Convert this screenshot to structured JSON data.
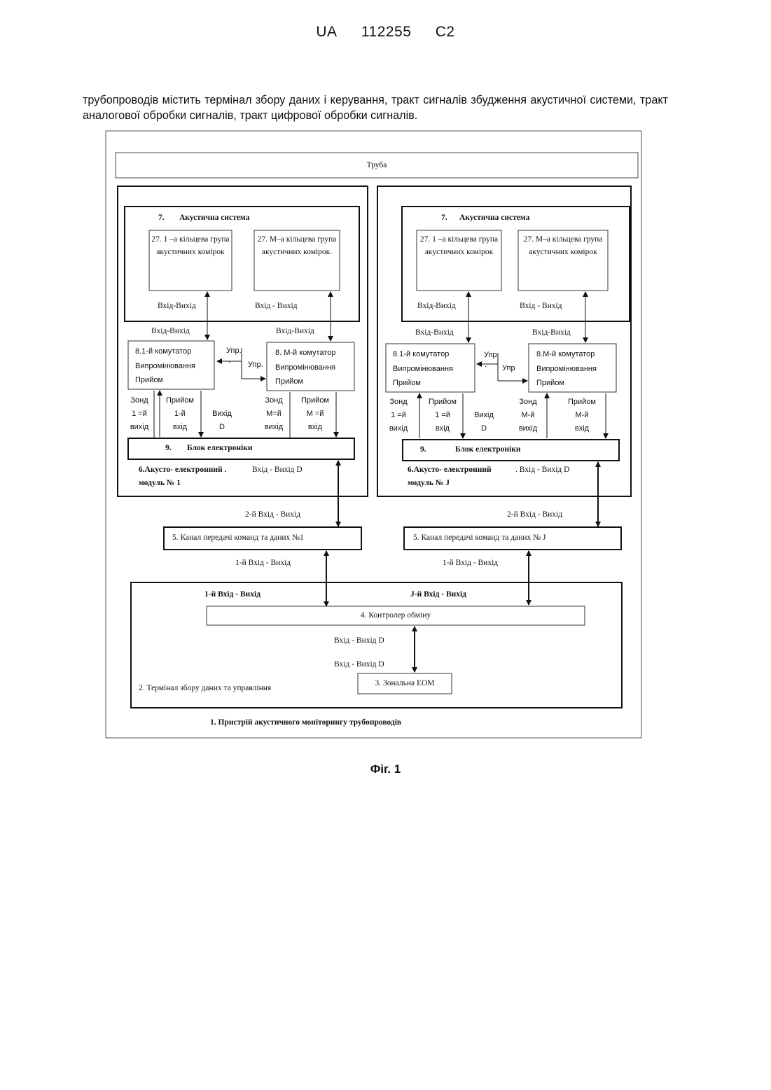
{
  "header": {
    "country": "UA",
    "number": "112255",
    "kind": "C2"
  },
  "intro_text": "трубопроводів містить термінал збору даних і керування, тракт сигналів збудження акустичної системи, тракт аналогової обробки сигналів, тракт цифрової обробки сигналів.",
  "diagram": {
    "pipe_label": "Труба",
    "module1": {
      "acoustic_system": {
        "num": "7.",
        "title": "Акустична система"
      },
      "group1": "27. 1 –а кільцева група акустичних комірок",
      "groupM": "27. М–а кільцева група акустичних комірок.",
      "io_left_inner": "Вхід-Вихід",
      "io_right_inner": "Вхід - Вихід",
      "io_left_outer": "Вхід-Вихід",
      "io_right_outer": "Вхід-Вихід",
      "switch1": [
        "8.1-й комутатор",
        "Випромінювання",
        "Прийом"
      ],
      "switchM": [
        "8. М-й комутатор",
        "Випромінювання",
        "Прийом"
      ],
      "ctrl1": "Упр.",
      "ctrl1_dot": ".",
      "ctrl2": "Упр.",
      "probe1": [
        "Зонд",
        "1 =й",
        "вихід"
      ],
      "recv1": [
        "Прийом",
        "1-й",
        "вхід"
      ],
      "outD": [
        "Вихід",
        "D"
      ],
      "probeM": [
        "Зонд",
        "М=й",
        "вихід"
      ],
      "recvM": [
        "Прийом",
        "М =й",
        "вхід"
      ],
      "electronics": {
        "num": "9.",
        "title": "Блок електроніки"
      },
      "module_label_1": "6.Акусто- електронний .",
      "module_label_2": "модуль № 1",
      "module_io": "Вхід  -  Вихід D"
    },
    "moduleJ": {
      "acoustic_system": {
        "num": "7.",
        "title": "Акустична система"
      },
      "group1": "27. 1 –а кільцева група акустичних комірок",
      "groupM": "27. М–а кільцева група акустичних комірок",
      "io_left_inner": "Вхід-Вихід",
      "io_right_inner": "Вхід - Вихід",
      "io_left_outer": "Вхід-Вихід",
      "io_right_outer": "Вхід-Вихід",
      "switch1": [
        "8.1-й комутатор",
        "Випромінювання",
        "Прийом"
      ],
      "switchM": [
        "8.М-й комутатор",
        "Випромінювання",
        "Прийом"
      ],
      "ctrl1": "Упр",
      "ctrl1_dot": ".",
      "ctrl2": "Упр",
      "probe1": [
        "Зонд",
        "1 =й",
        "вихід"
      ],
      "recv1": [
        "Прийом",
        "1 =й",
        "вхід"
      ],
      "outD": [
        "Вихід",
        "D"
      ],
      "probeM": [
        "Зонд",
        "М-й",
        "вихід"
      ],
      "recvM": [
        "Прийом",
        "М-й",
        "вхід"
      ],
      "electronics": {
        "num": "9.",
        "title": "Блок електроніки"
      },
      "module_label_1": "6.Акусто- електронний",
      "module_label_2": "модуль № J",
      "module_io": ". Вхід  -  Вихід D"
    },
    "channel1": {
      "io_top": "2-й   Вхід  -  Вихід",
      "label": "5.  Канал передачі команд та даних  №1",
      "io_bottom": "1-й   Вхід  -  Вихід"
    },
    "channelJ": {
      "io_top": "2-й   Вхід  -  Вихід",
      "label": "5.  Канал передачі команд та даних  № J",
      "io_bottom": "1-й   Вхід  -  Вихід"
    },
    "terminal": {
      "io_1": "1-й  Вхід  -  Вихід",
      "io_J": "J-й  Вхід  -  Вихід",
      "controller": "4.  Контролер обміну",
      "ctrl_io_1": "Вхід  -  Вихід D",
      "ctrl_io_2": "Вхід  -  Вихід D",
      "computer": "3. Зональна ЕОМ",
      "label": "2. Термінал збору даних та управління"
    },
    "device_label": "1.   Пристрій акустичного моніторингу трубопроводів"
  },
  "figure_caption": "Фіг. 1"
}
